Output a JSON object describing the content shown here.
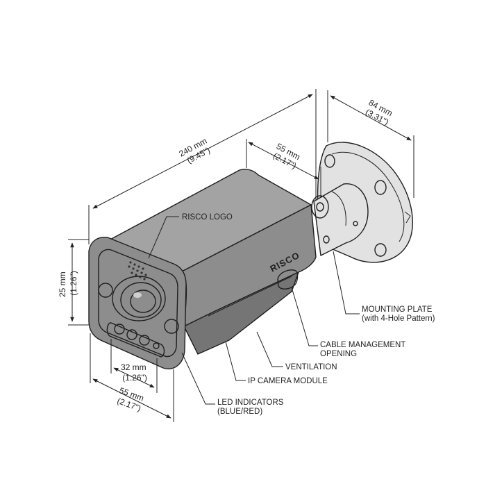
{
  "dimensions": {
    "length": {
      "mm": "240 mm",
      "in": "(9.45\")"
    },
    "bracket": {
      "mm": "55 mm",
      "in": "(2.17\")"
    },
    "plate": {
      "mm": "84 mm",
      "in": "(3.31\")"
    },
    "height": {
      "mm": "25 mm",
      "in": "(1.26\")"
    },
    "lens": {
      "mm": "32 mm",
      "in": "(1.26\")"
    },
    "width": {
      "mm": "55 mm",
      "in": "(2.17\")"
    }
  },
  "labels": {
    "risco_logo": "RISCO LOGO",
    "mounting_plate_1": "MOUNTING PLATE",
    "mounting_plate_2": "(with 4-Hole Pattern)",
    "cable_1": "CABLE MANAGEMENT",
    "cable_2": "OPENING",
    "ventilation": "VENTILATION",
    "ip_module": "IP CAMERA MODULE",
    "led_1": "LED INDICATORS",
    "led_2": "(BLUE/RED)"
  },
  "brand_mark": "RISCO"
}
